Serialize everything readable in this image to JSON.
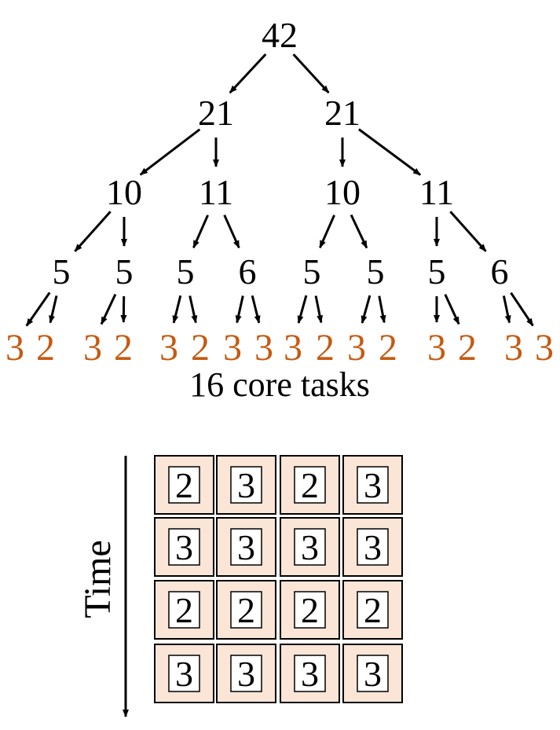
{
  "tree": {
    "levels": [
      [
        "42"
      ],
      [
        "21",
        "21"
      ],
      [
        "10",
        "11",
        "10",
        "11"
      ],
      [
        "5",
        "5",
        "5",
        "6",
        "5",
        "5",
        "5",
        "6"
      ],
      [
        "3",
        "2",
        "3",
        "2",
        "3",
        "2",
        "3",
        "3",
        "3",
        "2",
        "3",
        "2",
        "3",
        "2",
        "3",
        "3"
      ]
    ],
    "leaf_color": "#C55A11",
    "node_color": "#000000",
    "caption": "16 core tasks"
  },
  "schedule": {
    "rows": [
      [
        "2",
        "3",
        "2",
        "3"
      ],
      [
        "3",
        "3",
        "3",
        "3"
      ],
      [
        "2",
        "2",
        "2",
        "2"
      ],
      [
        "3",
        "3",
        "3",
        "3"
      ]
    ],
    "cell_fill": "#FBE5D6",
    "axis_label": "Time"
  }
}
